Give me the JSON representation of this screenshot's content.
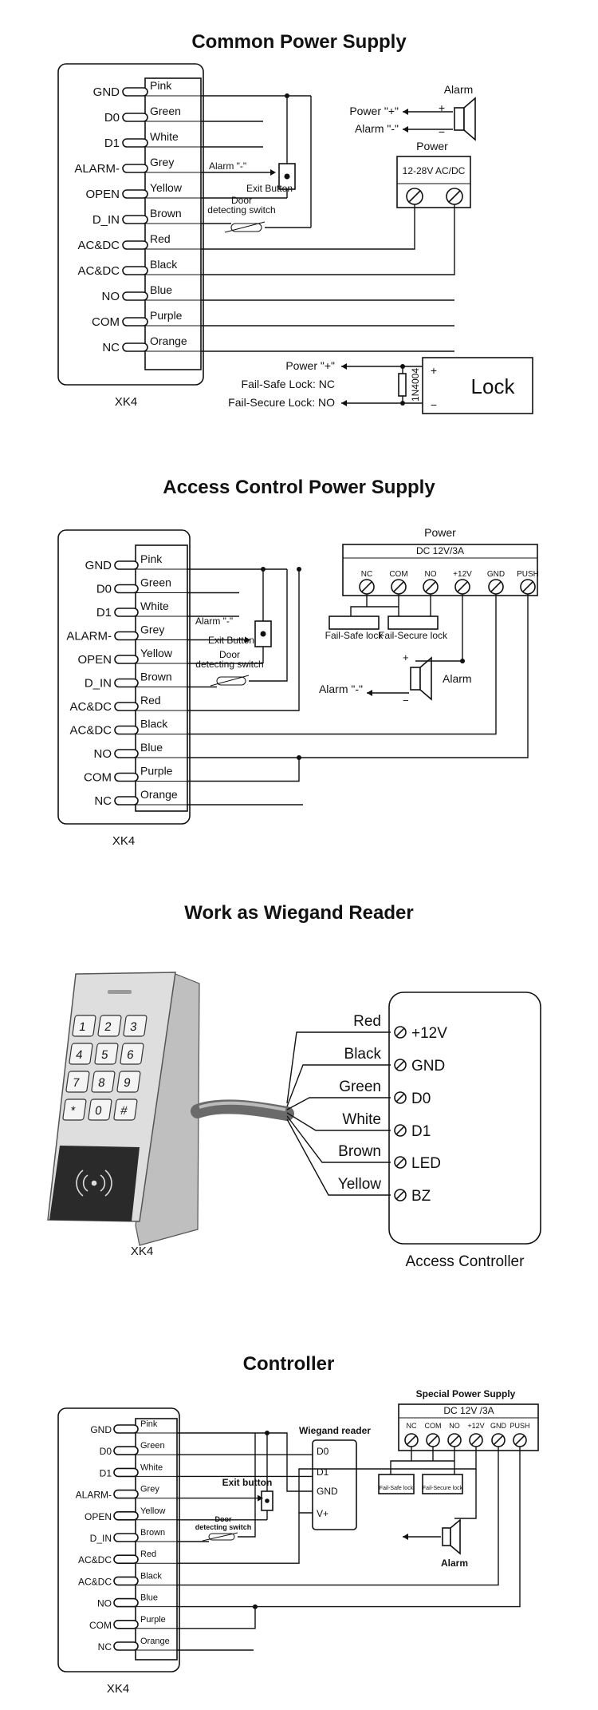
{
  "sections": {
    "common": {
      "title": "Common Power Supply",
      "device": "XK4",
      "alarm": "Alarm",
      "power_plus": "Power \"+\"",
      "alarm_minus": "Alarm \"-\"",
      "power": "Power",
      "power_spec": "12-28V AC/DC",
      "alarm_minus_short": "Alarm \"-\"",
      "exit_button": "Exit Button",
      "door_switch_1": "Door",
      "door_switch_2": "detecting switch",
      "lock_power": "Power \"+\"",
      "failsafe": "Fail-Safe Lock: NC",
      "failsecure": "Fail-Secure Lock: NO",
      "diode": "1N4004",
      "lock": "Lock",
      "plus": "+",
      "minus": "−"
    },
    "access": {
      "title": "Access Control Power Supply",
      "device": "XK4",
      "power": "Power",
      "power_spec": "DC 12V/3A",
      "terminals": [
        "NC",
        "COM",
        "NO",
        "+12V",
        "GND",
        "PUSH"
      ],
      "failsafe_lock": "Fail-Safe lock",
      "failsecure_lock": "Fail-Secure lock",
      "alarm": "Alarm",
      "alarm_minus": "Alarm \"-\"",
      "alarm_minus_short": "Alarm \"-\"",
      "exit_button": "Exit Button",
      "door_switch_1": "Door",
      "door_switch_2": "detecting switch"
    },
    "wiegand": {
      "title": "Work as Wiegand Reader",
      "device": "XK4",
      "controller": "Access Controller",
      "keys": [
        "1",
        "2",
        "3",
        "4",
        "5",
        "6",
        "7",
        "8",
        "9",
        "*",
        "0",
        "#"
      ],
      "wires": [
        "Red",
        "Black",
        "Green",
        "White",
        "Brown",
        "Yellow"
      ],
      "terminals": [
        "+12V",
        "GND",
        "D0",
        "D1",
        "LED",
        "BZ"
      ]
    },
    "controller": {
      "title": "Controller",
      "device": "XK4",
      "wiegand_reader": "Wiegand reader",
      "reader_pins": [
        "D0",
        "D1",
        "GND",
        "V+"
      ],
      "special_power": "Special Power Supply",
      "power_spec": "DC 12V /3A",
      "terminals": [
        "NC",
        "COM",
        "NO",
        "+12V",
        "GND",
        "PUSH"
      ],
      "failsafe_lock": "Fail-Safe lock",
      "failsecure_lock": "Fail-Secure lock",
      "alarm": "Alarm",
      "exit_button": "Exit button",
      "door_switch_1": "Door",
      "door_switch_2": "detecting switch"
    }
  },
  "pins": [
    "GND",
    "D0",
    "D1",
    "ALARM-",
    "OPEN",
    "D_IN",
    "AC&DC",
    "AC&DC",
    "NO",
    "COM",
    "NC"
  ],
  "pins_ctrl": [
    "GND",
    "D0",
    "D1",
    "ALARM-",
    "OPEN",
    "D_IN",
    "AC&DC",
    "AC&DC",
    "NO",
    "COM",
    "NC"
  ],
  "colors": [
    "Pink",
    "Green",
    "White",
    "Grey",
    "Yellow",
    "Brown",
    "Red",
    "Black",
    "Blue",
    "Purple",
    "Orange"
  ]
}
